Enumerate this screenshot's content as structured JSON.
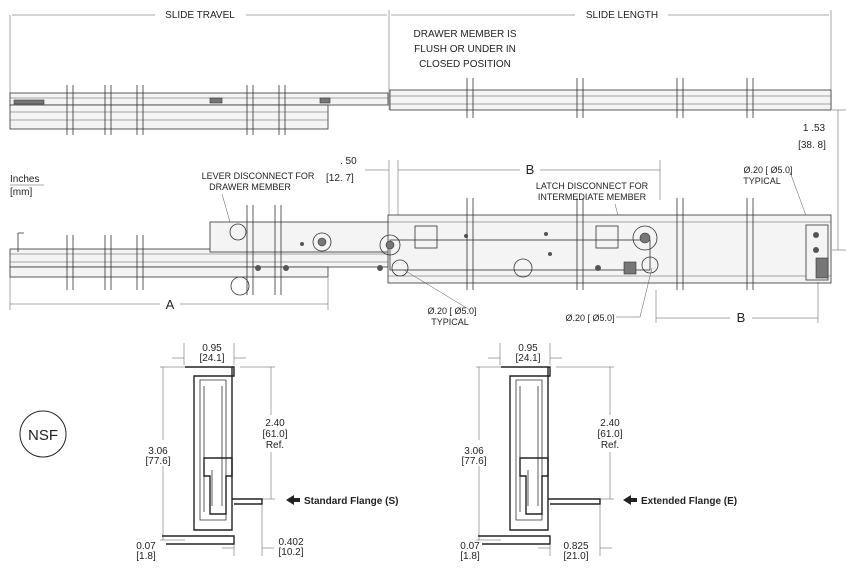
{
  "top": {
    "slide_travel": "SLIDE TRAVEL",
    "slide_length": "SLIDE LENGTH",
    "note_line1": "DRAWER MEMBER IS",
    "note_line2": "FLUSH OR UNDER IN",
    "note_line3": "CLOSED POSITION",
    "dim_153_in": "1 .53",
    "dim_153_mm": "[38. 8]"
  },
  "side": {
    "units_in": "Inches",
    "units_mm": "[mm]",
    "dim_50_in": ". 50",
    "dim_50_mm": "[12. 7]",
    "label_b_top": "B",
    "label_b_bottom": "B",
    "label_a": "A",
    "lever_line1": "LEVER DISCONNECT FOR",
    "lever_line2": "DRAWER MEMBER",
    "latch_line1": "LATCH DISCONNECT FOR",
    "latch_line2": "INTERMEDIATE MEMBER",
    "hole_right_dim": "Ø.20 [ Ø5.0]",
    "hole_right_note": "TYPICAL",
    "hole_left_dim": "Ø.20 [ Ø5.0]",
    "hole_left_note": "TYPICAL",
    "hole_center_dim": "Ø.20 [ Ø5.0]"
  },
  "nsf": "NSF",
  "sections": [
    {
      "width_in": "0.95",
      "width_mm": "[24.1]",
      "height_in": "3.06",
      "height_mm": "[77.6]",
      "ref_in": "2.40",
      "ref_mm": "[61.0]",
      "ref_note": "Ref.",
      "flange_in": "0.07",
      "flange_mm": "[1.8]",
      "ext_in": "0.402",
      "ext_mm": "[10.2]",
      "label": "Standard Flange (S)"
    },
    {
      "width_in": "0.95",
      "width_mm": "[24.1]",
      "height_in": "3.06",
      "height_mm": "[77.6]",
      "ref_in": "2.40",
      "ref_mm": "[61.0]",
      "ref_note": "Ref.",
      "flange_in": "0.07",
      "flange_mm": "[1.8]",
      "ext_in": "0.825",
      "ext_mm": "[21.0]",
      "label": "Extended Flange (E)"
    }
  ]
}
